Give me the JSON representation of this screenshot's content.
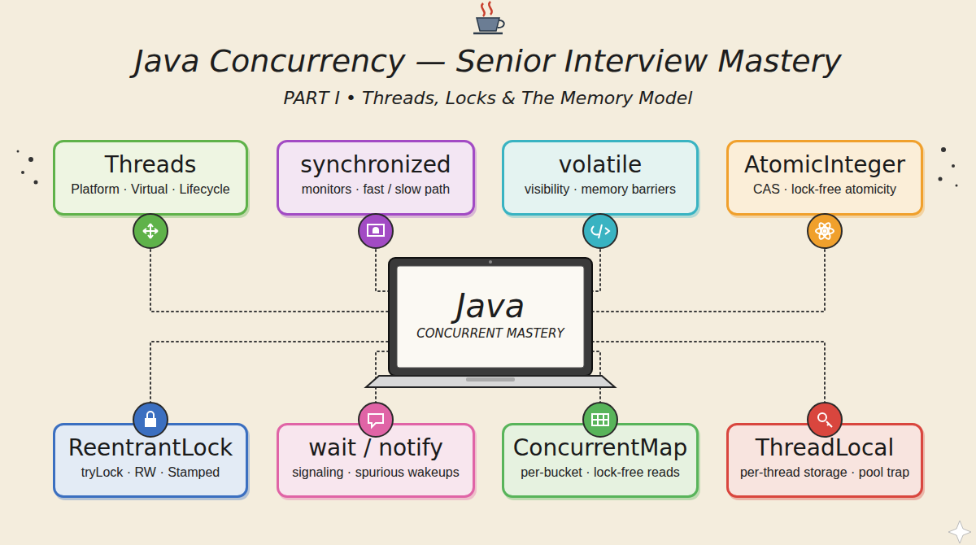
{
  "diagram": {
    "title": "Java Concurrency — Senior Interview Mastery",
    "nodes": [
      {
        "text": [
          "Threads",
          "Platform · Virtual · Lifecycle"
        ]
      },
      {
        "text": [
          "synchronized",
          "monitors · fast / slow path"
        ]
      },
      {
        "text": [
          "volatile",
          "visibility · memory barriers"
        ]
      },
      {
        "text": [
          "AtomicInteger",
          "CAS · lock-free atomicity"
        ]
      },
      {
        "text": [
          "Java",
          "CONCURRENT MASTERY"
        ]
      },
      {
        "text": [
          "ReentrantLock",
          "tryLock · RW · Stamped"
        ]
      },
      {
        "text": [
          "wait / notify",
          "signaling · spurious wakeups"
        ]
      },
      {
        "text": [
          "ConcurrentMap",
          "per-bucket · lock-free reads"
        ]
      },
      {
        "text": [
          "ThreadLocal",
          "per-thread storage · pool trap"
        ]
      }
    ],
    "edges": [
      {
        "from": 0,
        "to": 4,
        "arrow": "none"
      },
      {
        "from": 1,
        "to": 4,
        "arrow": "none"
      },
      {
        "from": 2,
        "to": 4,
        "arrow": "none"
      },
      {
        "from": 3,
        "to": 4,
        "arrow": "none"
      },
      {
        "from": 5,
        "to": 4,
        "arrow": "none"
      },
      {
        "from": 6,
        "to": 4,
        "arrow": "none"
      },
      {
        "from": 7,
        "to": 4,
        "arrow": "none"
      },
      {
        "from": 8,
        "to": 4,
        "arrow": "none"
      }
    ],
    "labels": [
      "PART I • Threads, Locks & The Memory Model"
    ]
  }
}
